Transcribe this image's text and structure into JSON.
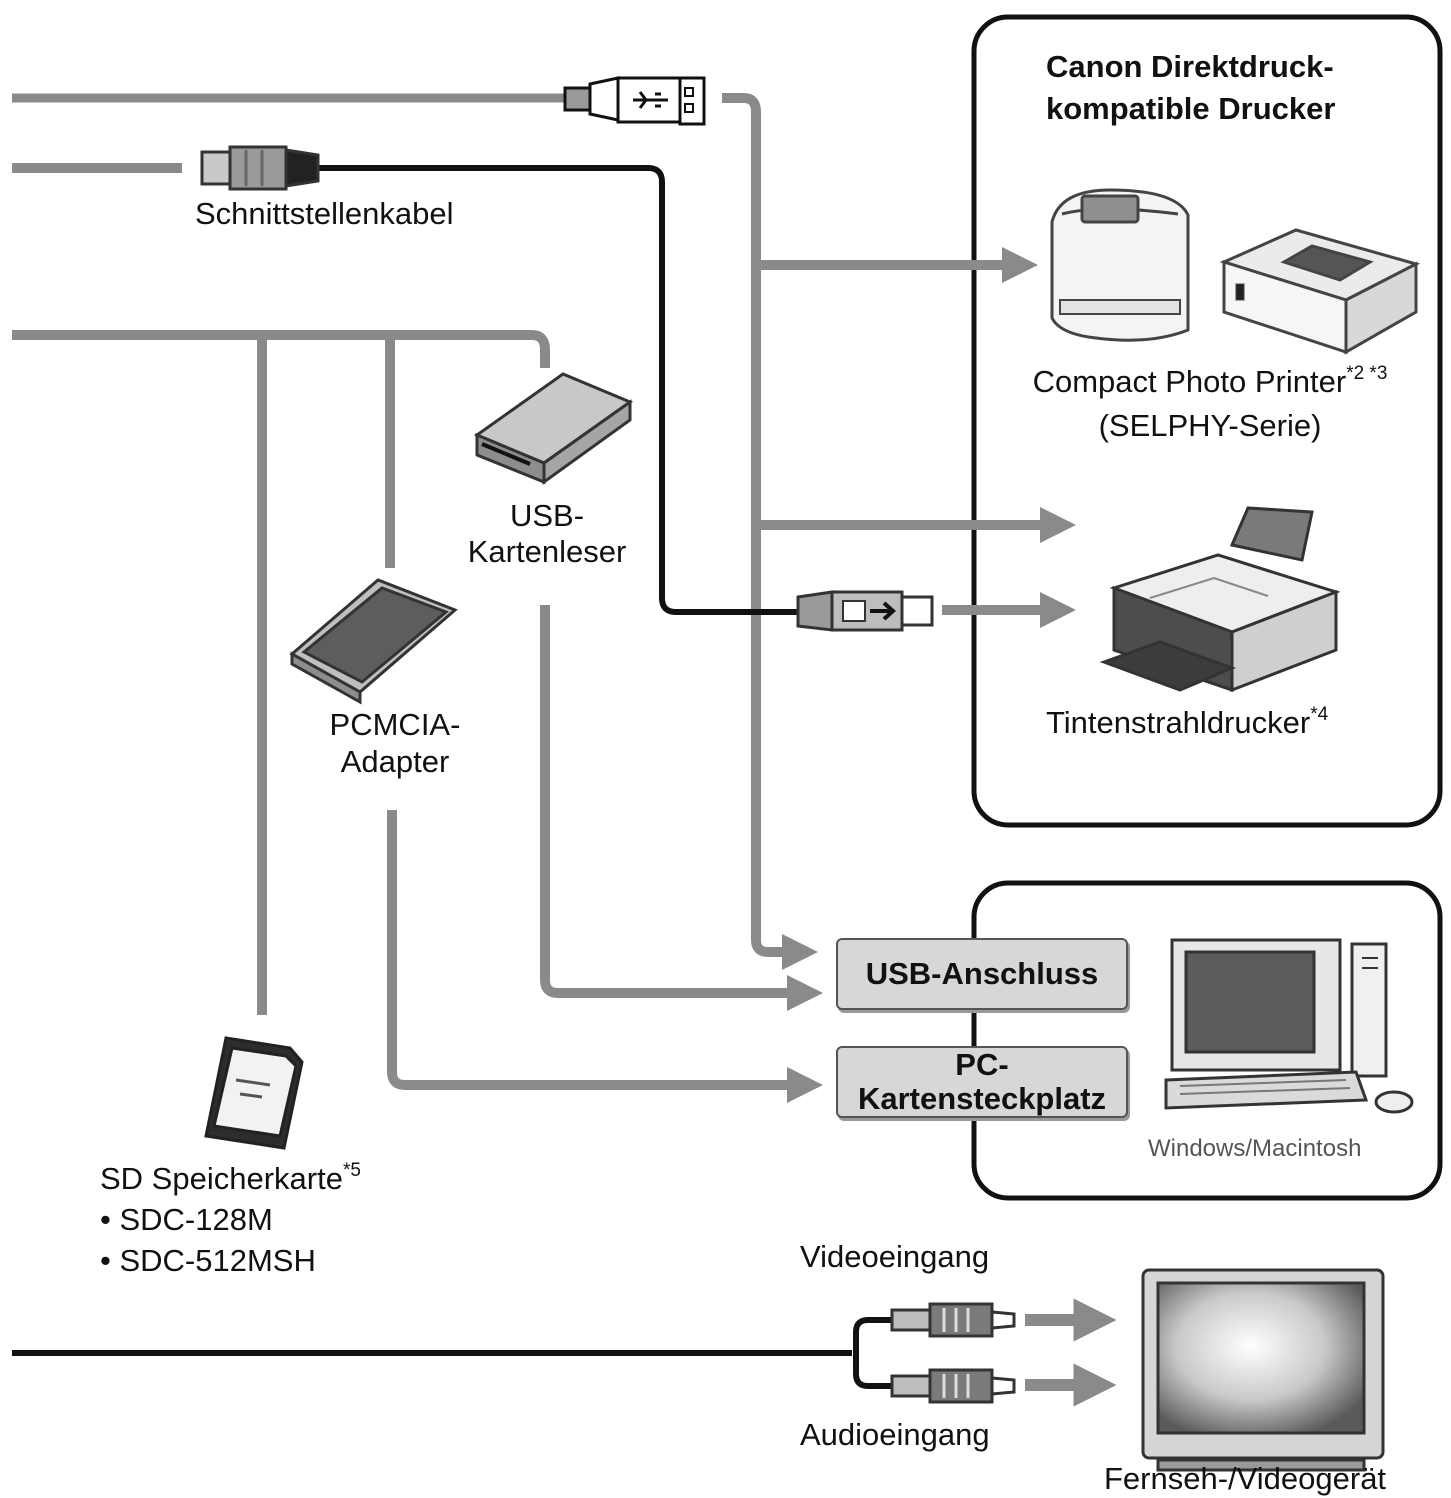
{
  "printers": {
    "title_line1": "Canon Direktdruck-",
    "title_line2": "kompatible Drucker",
    "photo_printer": {
      "name": "Compact Photo Printer",
      "notes": "*2 *3",
      "series": "(SELPHY-Serie)"
    },
    "inkjet_printer": {
      "name": "Tintenstrahldrucker",
      "note": "*4"
    }
  },
  "cables": {
    "interface_cable": "Schnittstellenkabel"
  },
  "adapters": {
    "usb_card_reader_line1": "USB-",
    "usb_card_reader_line2": "Kartenleser",
    "pcmcia_line1": "PCMCIA-",
    "pcmcia_line2": "Adapter"
  },
  "computer": {
    "usb_port": "USB-Anschluss",
    "pc_card_slot_line1": "PC-",
    "pc_card_slot_line2": "Kartensteckplatz",
    "os": "Windows/Macintosh"
  },
  "sd_card": {
    "name": "SD Speicherkarte",
    "note": "*5",
    "models": [
      "• SDC-128M",
      "• SDC-512MSH"
    ]
  },
  "tv": {
    "video_in": "Videoeingang",
    "audio_in": "Audioeingang",
    "device": "Fernseh-/Videogerät"
  },
  "colors": {
    "line": "#8a8a8a",
    "cable": "#111111",
    "panel_border": "#111111",
    "port_fill": "#d7d7d7"
  }
}
